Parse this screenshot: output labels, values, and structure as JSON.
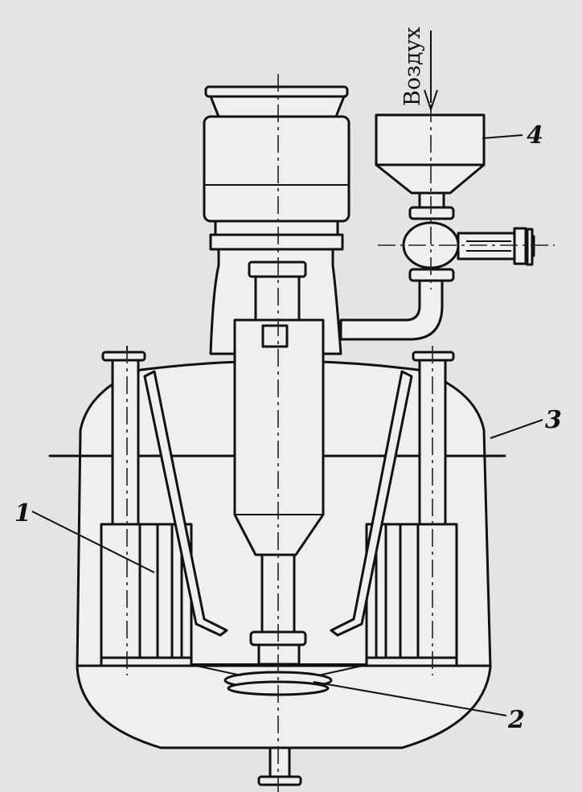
{
  "labels": {
    "part1": "1",
    "part2": "2",
    "part3": "3",
    "part4": "4",
    "air_inlet": "Воздух"
  },
  "colors": {
    "ink": "#111111",
    "paper": "#e4e4e4"
  }
}
